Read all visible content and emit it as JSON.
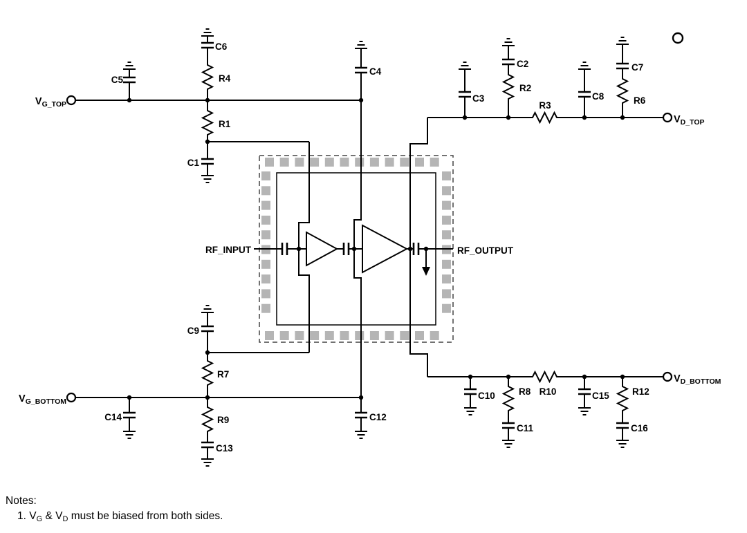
{
  "ports": {
    "vg_top": {
      "main": "V",
      "sub": "G_TOP"
    },
    "vd_top": {
      "main": "V",
      "sub": "D_TOP"
    },
    "vg_bottom": {
      "main": "V",
      "sub": "G_BOTTOM"
    },
    "vd_bottom": {
      "main": "V",
      "sub": "D_BOTTOM"
    },
    "rf_input": "RF_INPUT",
    "rf_output": "RF_OUTPUT"
  },
  "components": {
    "c1": "C1",
    "c2": "C2",
    "c3": "C3",
    "c4": "C4",
    "c5": "C5",
    "c6": "C6",
    "c7": "C7",
    "c8": "C8",
    "c9": "C9",
    "c10": "C10",
    "c11": "C11",
    "c12": "C12",
    "c13": "C13",
    "c14": "C14",
    "c15": "C15",
    "c16": "C16",
    "r1": "R1",
    "r2": "R2",
    "r3": "R3",
    "r4": "R4",
    "r6": "R6",
    "r7": "R7",
    "r8": "R8",
    "r9": "R9",
    "r10": "R10",
    "r12": "R12"
  },
  "colors": {
    "line": "#000000",
    "pad": "#b5b5b5",
    "background": "#ffffff"
  },
  "notes": {
    "title": "Notes:",
    "item1_parts": [
      "1.  V",
      "G",
      " & V",
      "D",
      " must be biased from both sides."
    ]
  }
}
